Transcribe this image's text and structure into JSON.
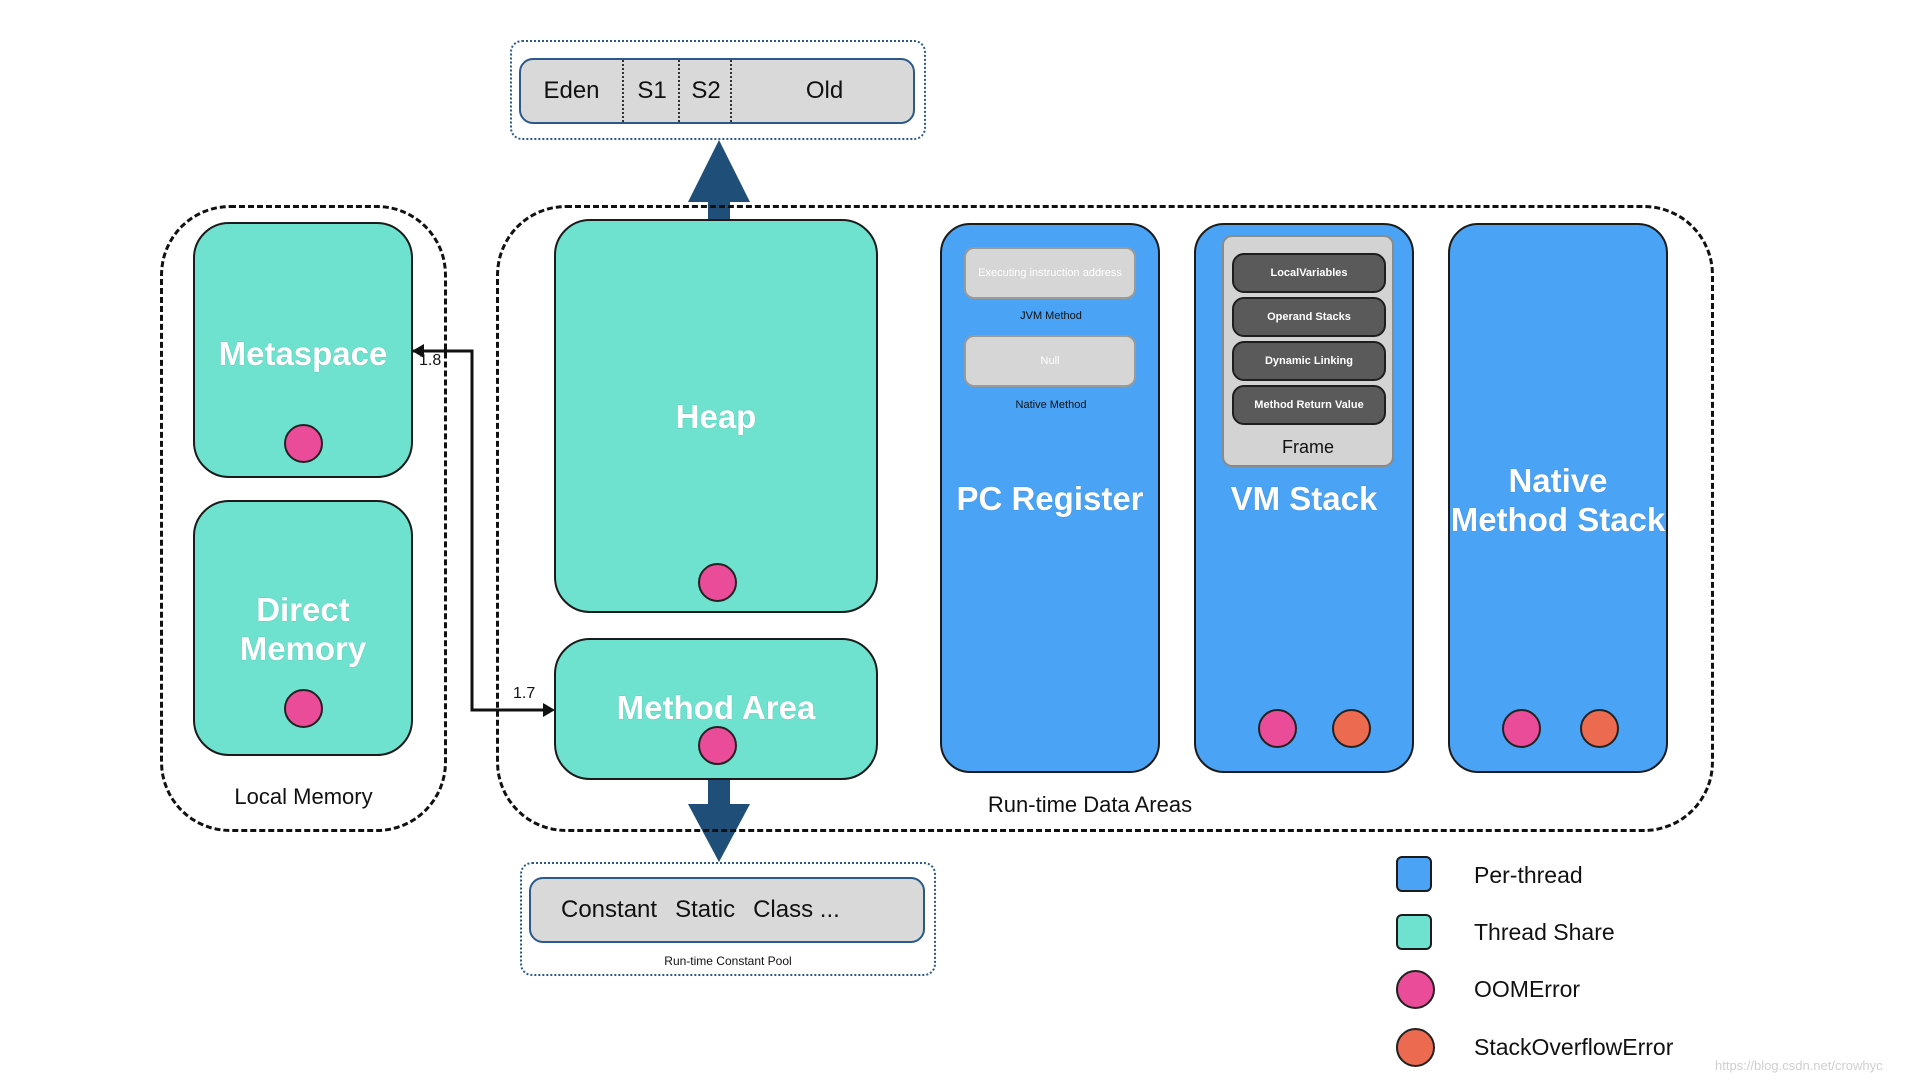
{
  "heap_generations": {
    "eden": "Eden",
    "s1": "S1",
    "s2": "S2",
    "old": "Old"
  },
  "local_memory": {
    "label": "Local Memory",
    "metaspace": "Metaspace",
    "direct_memory_line1": "Direct",
    "direct_memory_line2": "Memory"
  },
  "runtime": {
    "label": "Run-time Data Areas",
    "heap": "Heap",
    "method_area": "Method Area",
    "pc_register": {
      "title": "PC Register",
      "box1": "Executing instruction address",
      "label1": "JVM Method",
      "box2": "Null",
      "label2": "Native Method"
    },
    "vm_stack": {
      "title": "VM Stack",
      "frame_items": [
        "LocalVariables",
        "Operand Stacks",
        "Dynamic Linking",
        "Method Return Value"
      ],
      "frame_label": "Frame"
    },
    "native_stack_line1": "Native",
    "native_stack_line2": "Method Stack"
  },
  "versions": {
    "v18": "1.8",
    "v17": "1.7"
  },
  "constant_pool": {
    "items": [
      "Constant",
      "Static",
      "Class ..."
    ],
    "label": "Run-time Constant Pool"
  },
  "legend": {
    "per_thread": "Per-thread",
    "thread_share": "Thread Share",
    "oom": "OOMError",
    "stack_overflow": "StackOverflowError"
  },
  "colors": {
    "per_thread": "#4aa3f5",
    "thread_share": "#6ee2cf",
    "oom": "#ea4c9a",
    "stack_overflow": "#ec6b50",
    "arrow": "#1f4e79"
  },
  "watermark": "https://blog.csdn.net/crowhyc"
}
